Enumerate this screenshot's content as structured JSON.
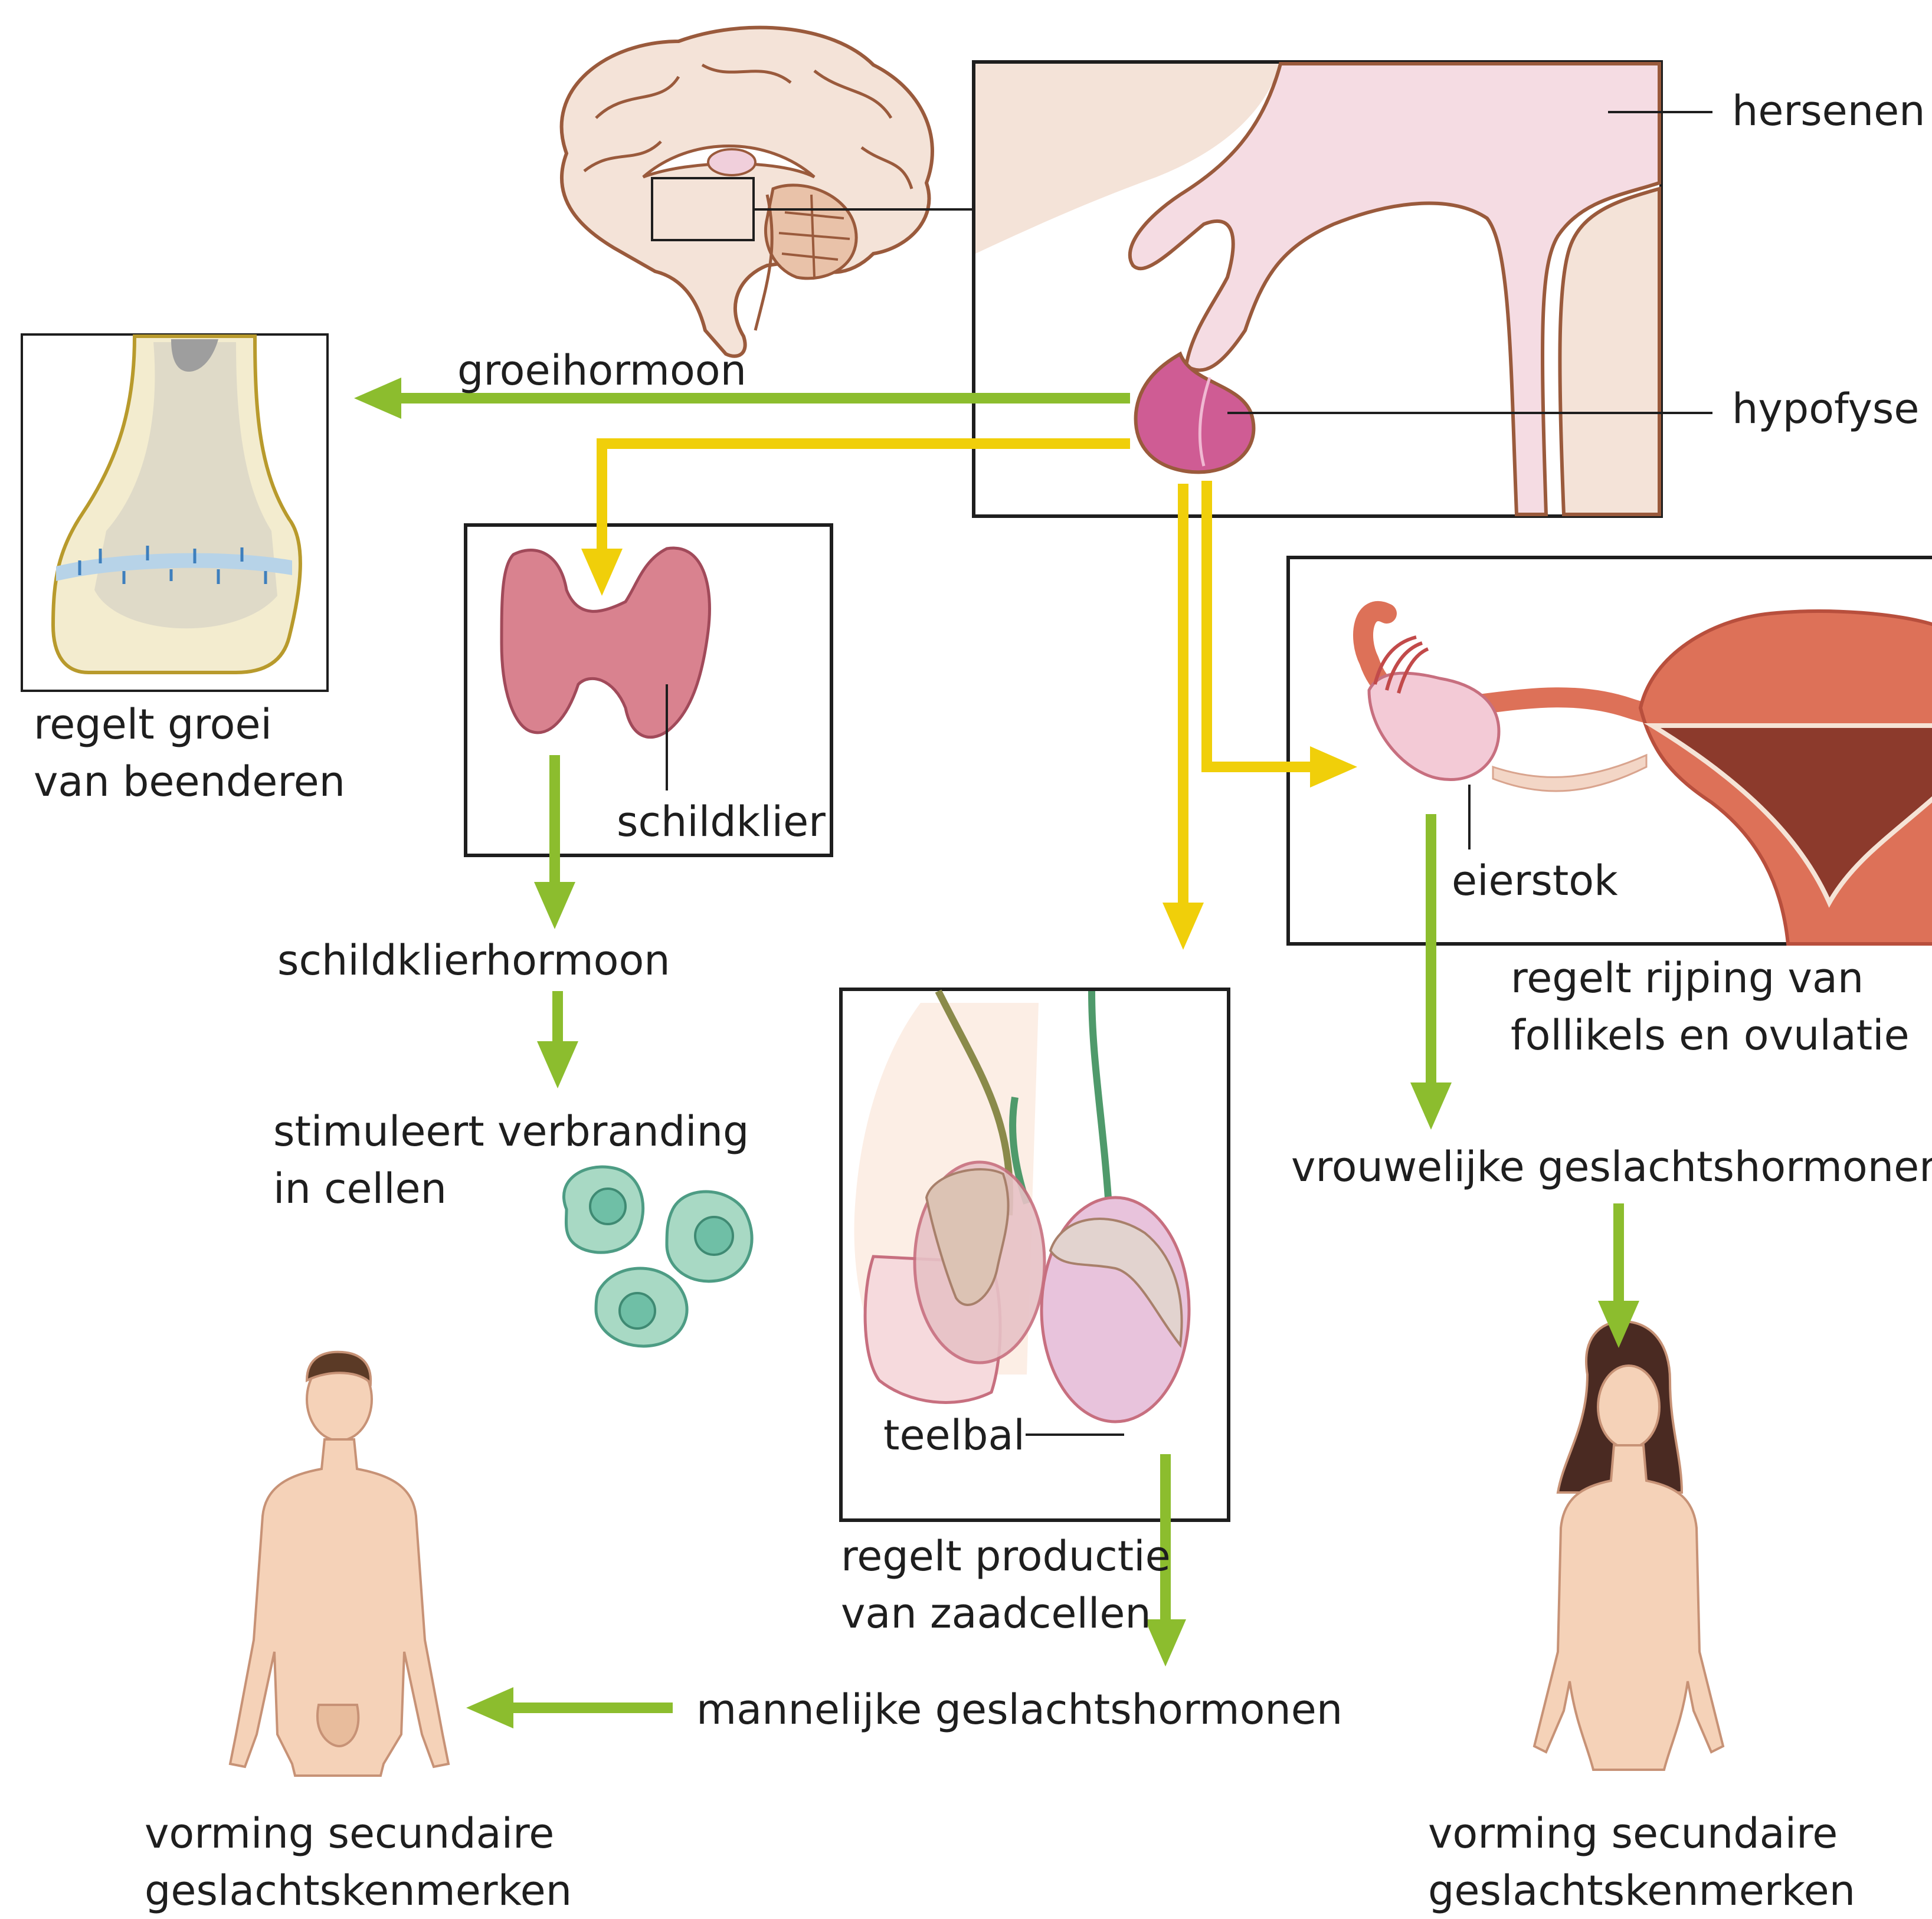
{
  "labels": {
    "hersenen": "hersenen",
    "hypofyse": "hypofyse",
    "groeihormoon": "groeihormoon",
    "bone_caption": [
      "regelt groei",
      "van beenderen"
    ],
    "schildklier": "schildklier",
    "schildklierhormoon": "schildklierhormoon",
    "cells_caption": [
      "stimuleert verbranding",
      "in cellen"
    ],
    "eierstok": "eierstok",
    "ovary_caption": [
      "regelt rijping van",
      "follikels en ovulatie"
    ],
    "vrouwelijke": "vrouwelijke geslachtshormonen",
    "teelbal": "teelbal",
    "testis_caption": [
      "regelt productie",
      "van zaadcellen"
    ],
    "mannelijke": "mannelijke geslachtshormonen",
    "male_caption": [
      "vorming secundaire",
      "geslachtskenmerken"
    ],
    "female_caption": [
      "vorming secundaire",
      "geslachtskenmerken"
    ]
  },
  "colors": {
    "green_arrow": "#8cbd2e",
    "yellow_arrow": "#f0cf0a",
    "frame": "#1e1e1e",
    "pituitary": "#cf5c94",
    "brain_fill": "#f4e3d8",
    "brain_line": "#9a5a3c",
    "bone_fill": "#f3eccf",
    "bone_line": "#b89a2c",
    "thyroid": "#d9828f",
    "uterus": "#dd7158",
    "skin": "#f5d2b8",
    "cell": "#a8d9c4"
  }
}
